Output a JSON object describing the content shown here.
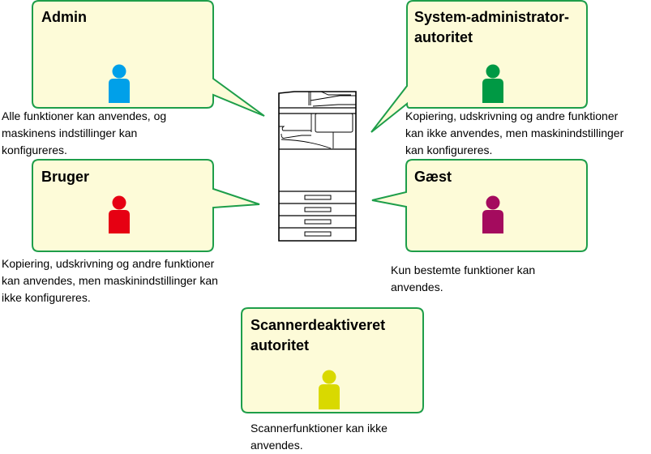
{
  "diagram": {
    "subject": "multifunction-printer",
    "colors": {
      "bubble_fill": "#FDFBD8",
      "bubble_border": "#1E9E4A",
      "printer_line": "#000000"
    },
    "roles": [
      {
        "id": "admin",
        "title": "Admin",
        "icon": "person-icon",
        "icon_color": "#00A0E9",
        "description": "Alle funktioner kan anvendes, og maskinens indstillinger kan konfigureres.",
        "description_lines": [
          "Alle funktioner kan anvendes, og",
          "maskinens indstillinger kan",
          "konfigureres."
        ]
      },
      {
        "id": "system-administrator",
        "title": "System-administrator-autoritet",
        "title_lines": [
          "System-administrator-",
          "autoritet"
        ],
        "icon": "person-icon",
        "icon_color": "#009944",
        "description": "Kopiering, udskrivning og andre funktioner kan ikke anvendes, men maskinindstillinger kan konfigureres.",
        "description_lines": [
          "Kopiering, udskrivning og andre funktioner",
          "kan ikke anvendes, men maskinindstillinger",
          "kan konfigureres."
        ]
      },
      {
        "id": "bruger",
        "title": "Bruger",
        "icon": "person-icon",
        "icon_color": "#E60012",
        "description": "Kopiering, udskrivning og andre funktioner kan anvendes, men maskinindstillinger kan ikke konfigureres.",
        "description_lines": [
          "Kopiering, udskrivning og andre funktioner",
          "kan anvendes, men maskinindstillinger kan",
          "ikke konfigureres."
        ]
      },
      {
        "id": "gaest",
        "title": "Gæst",
        "icon": "person-icon",
        "icon_color": "#A40B5E",
        "description": "Kun bestemte funktioner kan anvendes.",
        "description_lines": [
          "Kun bestemte funktioner kan",
          "anvendes."
        ]
      },
      {
        "id": "scanner-disabled",
        "title": "Scannerdeaktiveret autoritet",
        "title_lines": [
          "Scannerdeaktiveret",
          "autoritet"
        ],
        "icon": "person-icon",
        "icon_color": "#D9D900",
        "description": "Scannerfunktioner kan ikke anvendes.",
        "description_lines": [
          "Scannerfunktioner kan ikke",
          "anvendes."
        ]
      }
    ]
  }
}
